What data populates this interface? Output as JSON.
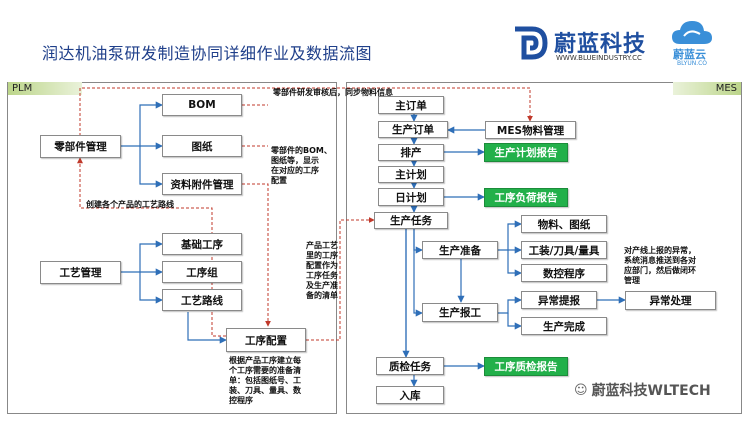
{
  "title": "润达机油泵研发制造协同详细作业及数据流图",
  "logo": {
    "brand": "蔚蓝科技",
    "url": "WWW.BLUEINDUSTRY.CC",
    "cloud_name": "蔚蓝云",
    "cloud_sub": "BLYUN.CO"
  },
  "panels": {
    "plm": "PLM",
    "mes": "MES"
  },
  "plm": {
    "bom": "BOM",
    "drawing": "图纸",
    "attachments": "资料附件管理",
    "parts_mgmt": "零部件管理",
    "basic_process": "基础工序",
    "process_group": "工序组",
    "process_route": "工艺路线",
    "tech_mgmt": "工艺管理",
    "process_config": "工序配置"
  },
  "mes": {
    "master_order": "主订单",
    "production_order": "生产订单",
    "mes_material": "MES物料管理",
    "scheduling": "排产",
    "production_plan_report": "生产计划报告",
    "master_plan": "主计划",
    "daily_plan": "日计划",
    "process_load_report": "工序负荷报告",
    "production_task": "生产任务",
    "production_prep": "生产准备",
    "material_drawing": "物料、图纸",
    "tooling": "工装/刀具/量具",
    "nc_program": "数控程序",
    "production_report": "生产报工",
    "exception_report": "异常提报",
    "exception_handling": "异常处理",
    "production_complete": "生产完成",
    "qc_task": "质检任务",
    "qc_report": "工序质检报告",
    "warehousing": "入库"
  },
  "notes": {
    "sync": "零部件研发审核后，同步物料信息",
    "parts_bom": "零部件的BOM、\n图纸等，显示\n在对应的工序\n配置",
    "route_create": "创建各个产品的工艺路线",
    "task_list": "产品工艺\n里的工序\n配置作为\n工序任务\n及生产准\n备的清单",
    "config_desc": "根据产品工序建立每\n个工序需要的准备清\n单：包括图纸号、工\n装、刀具、量具、数\n控程序",
    "exception_desc": "对产线上报的异常，\n系统消息推送到各对\n应部门，然后做闭环\n管理"
  },
  "watermark": "蔚蓝科技WLTECH"
}
